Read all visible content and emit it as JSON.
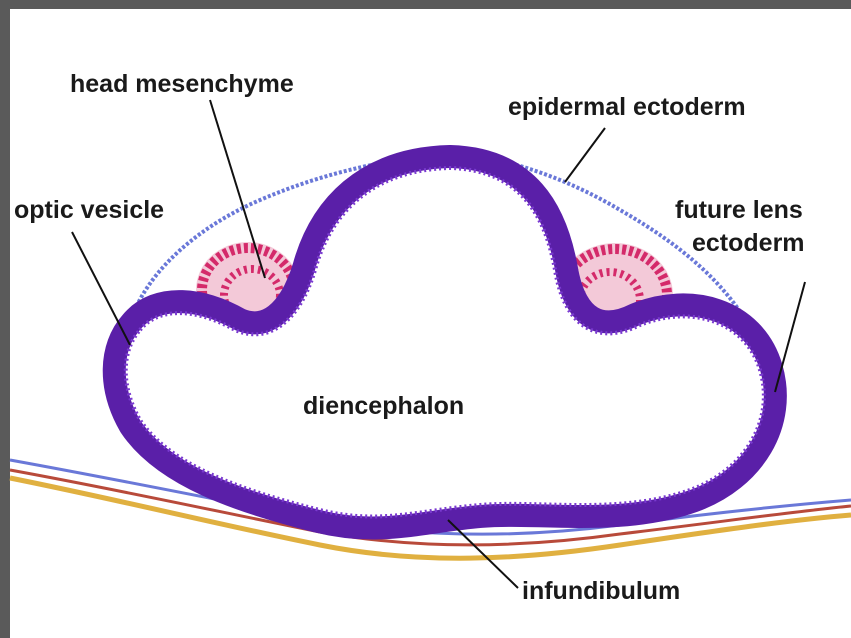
{
  "labels": {
    "head_mesenchyme": "head mesenchyme",
    "epidermal_ectoderm": "epidermal ectoderm",
    "optic_vesicle": "optic vesicle",
    "future_lens_line1": "future lens",
    "future_lens_line2": "ectoderm",
    "diencephalon": "diencephalon",
    "infundibulum": "infundibulum"
  },
  "colors": {
    "neural_tissue": "#5a1fa8",
    "neural_inner": "#7a3ad0",
    "mesenchyme": "#d42a6a",
    "membrane_blue": "#6a78d8",
    "membrane_yellow": "#e0b040",
    "frame": "#5a5a5a"
  }
}
